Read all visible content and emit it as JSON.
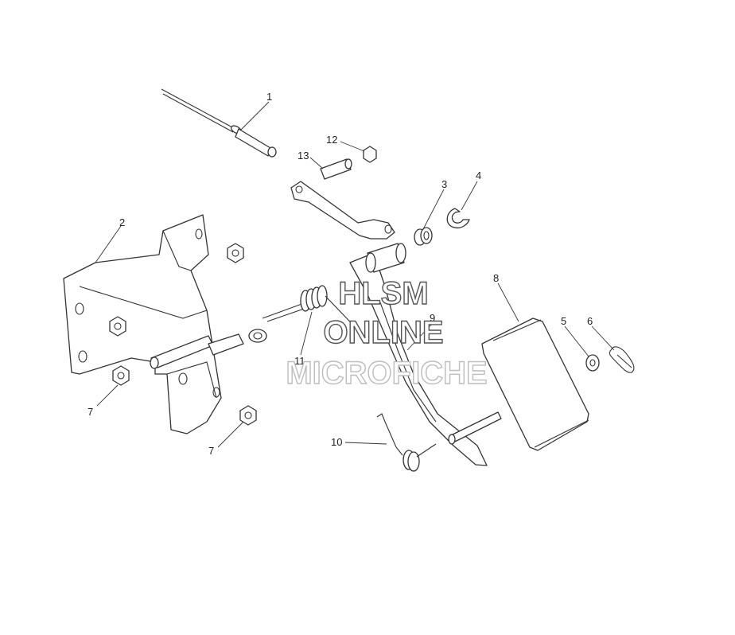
{
  "callouts": {
    "c1": "1",
    "c2": "2",
    "c3": "3",
    "c4": "4",
    "c5": "5",
    "c6": "6",
    "c7a": "7",
    "c7b": "7",
    "c8": "8",
    "c9": "9",
    "c10": "10",
    "c11": "11",
    "c12": "12",
    "c13": "13"
  },
  "watermark": {
    "line1": "HLSM",
    "line2": "ONLINE",
    "line3": "MICROFICHE"
  }
}
